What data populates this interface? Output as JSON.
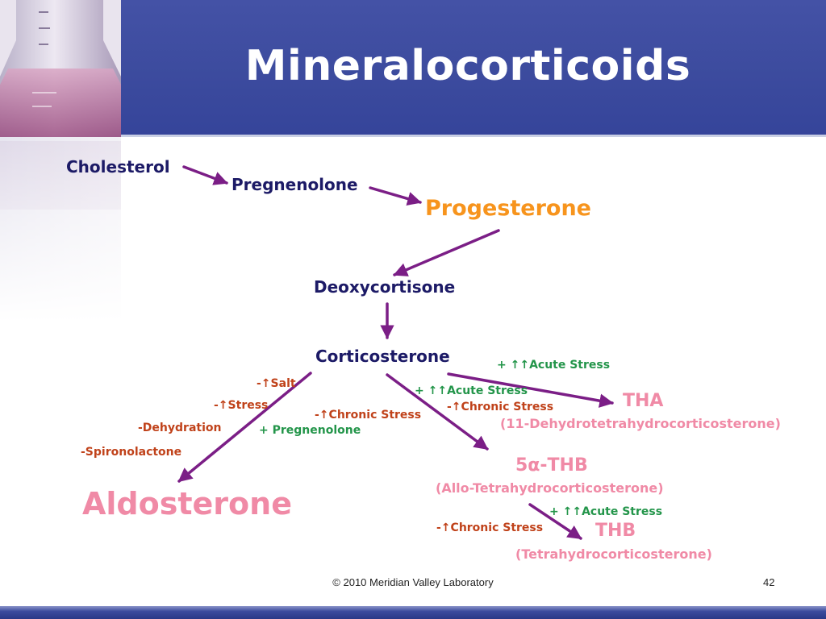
{
  "slide": {
    "title": "Mineralocorticoids",
    "footer": "© 2010 Meridian Valley Laboratory",
    "page_number": "42"
  },
  "compounds": {
    "cholesterol": "Cholesterol",
    "pregnenolone": "Pregnenolone",
    "progesterone": "Progesterone",
    "deoxycortisone": "Deoxycortisone",
    "corticosterone": "Corticosterone",
    "aldosterone": "Aldosterone",
    "tha": "THA",
    "tha_full": "(11-Dehydrotetrahydrocorticosterone)",
    "allo_thb": "5α-THB",
    "allo_thb_full": "(Allo-Tetrahydrocorticosterone)",
    "thb": "THB",
    "thb_full": "(Tetrahydrocorticosterone)"
  },
  "modifiers": {
    "aldo_salt": "-↑Salt",
    "aldo_stress": "-↑Stress",
    "aldo_dehydration": "-Dehydration",
    "aldo_spironolactone": "-Spironolactone",
    "allo_chronic": "-↑Chronic Stress",
    "allo_pregnenolone": "+ Pregnenolone",
    "tha_acute_top": "+ ↑↑Acute Stress",
    "tha_acute": "+ ↑↑Acute Stress",
    "tha_chronic": "-↑Chronic Stress",
    "thb_acute": "+ ↑↑Acute Stress",
    "thb_chronic": "-↑Chronic Stress"
  },
  "colors": {
    "header": "#3c4b9e",
    "arrow": "#7b1e86",
    "compound": "#1c1a66",
    "progesterone": "#f7941d",
    "metabolite": "#f08aa6",
    "decrease": "#c0421a",
    "increase": "#23954a"
  }
}
